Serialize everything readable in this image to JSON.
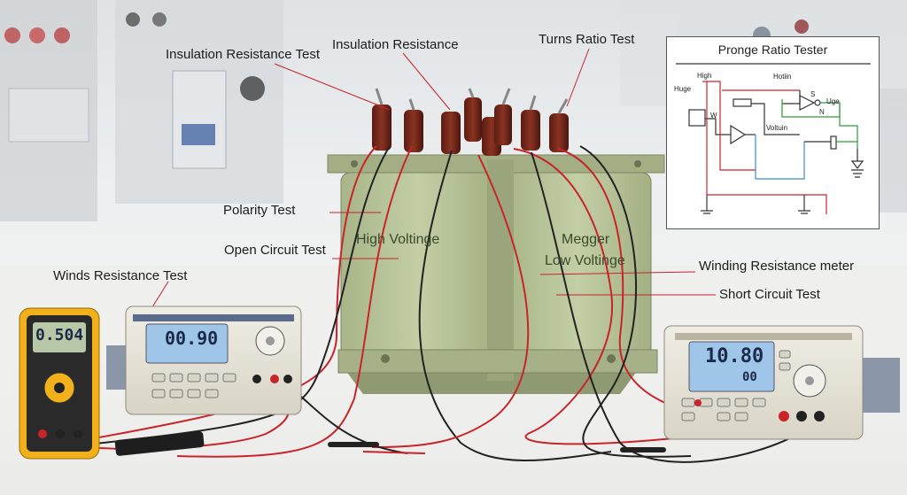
{
  "labels": {
    "insulation_resistance_test": "Insulation Resistance Test",
    "insulation_resistance": "Insulation Resistance",
    "turns_ratio_test": "Turns Ratio Test",
    "polarity_test": "Polarity Test",
    "open_circuit_test": "Open Circuit Test",
    "winds_resistance_test": "Winds Resistance Test",
    "winding_resistance_meter": "Winding Resistance meter",
    "short_circuit_test": "Short Circuit Test"
  },
  "transformer": {
    "left_text": "High Voltinge",
    "right_text_line1": "Megger",
    "right_text_line2": "Low Voltinge"
  },
  "schematic": {
    "title": "Pronge Ratio Tester",
    "label_high": "High",
    "label_huge": "Huge",
    "label_hotiin": "Hotiin",
    "label_voltuin": "Voltuin",
    "label_uge": "Uge",
    "label_w": "W",
    "label_s": "S",
    "label_n": "N"
  },
  "instruments": {
    "handheld_reading": "0.504",
    "left_meter_reading": "00.90",
    "right_meter_reading": "10.80",
    "right_meter_reading2": "00"
  },
  "colors": {
    "wire_red": "#c8242a",
    "wire_black": "#222222",
    "transformer_body": "#b9c59a",
    "meter_body": "#e8e4d8",
    "lcd": "#9fc6e8",
    "handheld_yellow": "#f2b11a"
  }
}
